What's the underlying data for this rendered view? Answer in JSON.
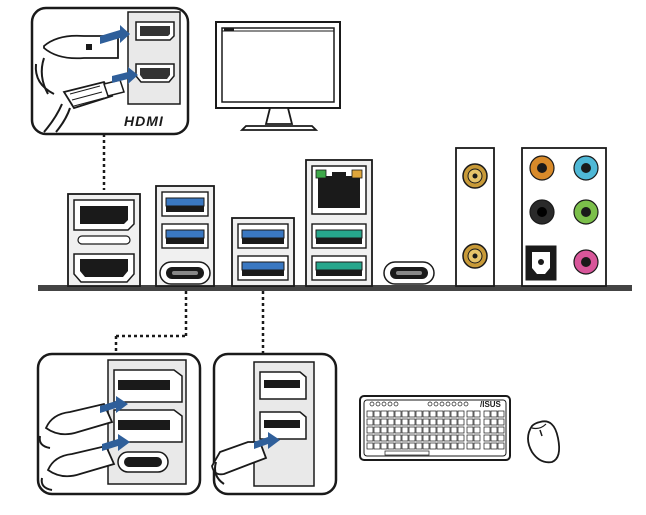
{
  "hdmi_logo_text": "HDMI",
  "keyboard_brand_text": "/ISUS",
  "colors": {
    "outline": "#1a1a1a",
    "panel_fill": "#f2f2f2",
    "board": "#444444",
    "usb_blue": "#3a78c2",
    "usb_teal": "#26a68c",
    "arrow_blue": "#2f5f9a",
    "antenna_gold": "#c89a38",
    "audio_orange": "#d88a2a",
    "audio_cyan": "#4fb8d6",
    "audio_black": "#2a2a2a",
    "audio_green": "#7bbf4a",
    "audio_pink": "#d8569a",
    "lan_green": "#3ea84a",
    "lan_amber": "#e0a63a"
  },
  "components": [
    "hdmi-callout",
    "monitor-icon",
    "displayport-port",
    "hdmi-port",
    "usb-stack-left",
    "usb-c-port-left",
    "usb-stack-middle",
    "lan-usb-stack",
    "usb-c-port-right",
    "wifi-antenna-ports",
    "audio-panel",
    "usb-callout-left",
    "usb-callout-right",
    "keyboard-icon",
    "mouse-icon"
  ]
}
